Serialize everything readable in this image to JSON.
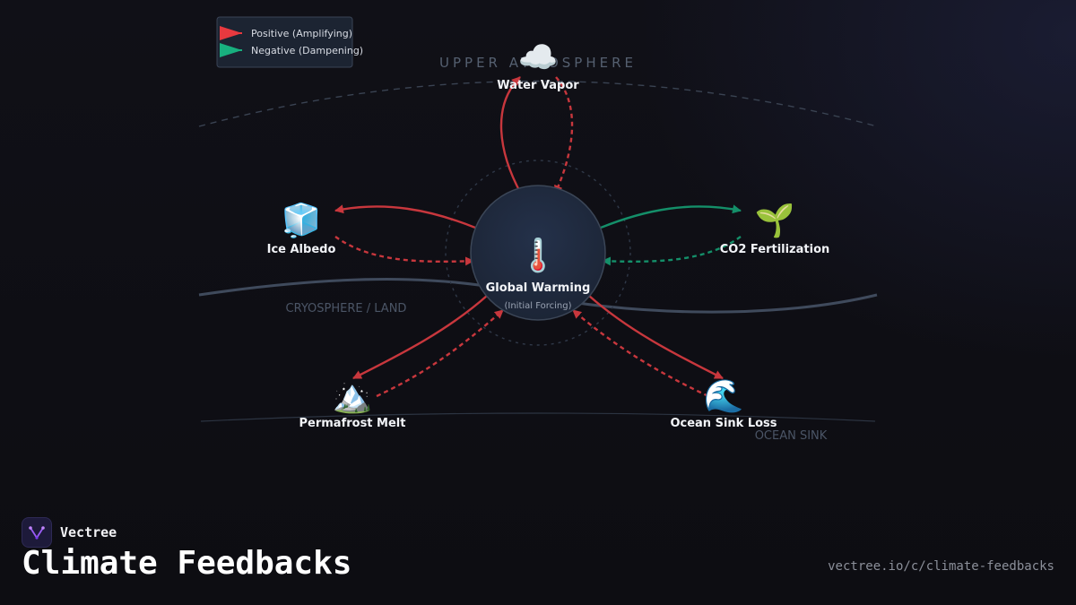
{
  "diagram": {
    "zones": {
      "upper": "UPPER ATMOSPHERE",
      "cryosphere": "CRYOSPHERE / LAND",
      "ocean": "OCEAN SINK"
    },
    "legend": {
      "positive": "Positive (Amplifying)",
      "negative": "Negative (Dampening)"
    },
    "center": {
      "icon": "🌡️",
      "icon_name": "thermometer-icon",
      "title": "Global Warming",
      "subtitle": "(Initial Forcing)"
    },
    "nodes": {
      "water_vapor": {
        "label": "Water Vapor",
        "icon": "☁️",
        "icon_name": "cloud-icon",
        "feedback": "positive"
      },
      "ice_albedo": {
        "label": "Ice Albedo",
        "icon": "🧊",
        "icon_name": "ice-cube-icon",
        "feedback": "positive"
      },
      "co2_fertilization": {
        "label": "CO2 Fertilization",
        "icon": "🌱",
        "icon_name": "seedling-icon",
        "feedback": "negative"
      },
      "permafrost_melt": {
        "label": "Permafrost Melt",
        "icon": "🏔️",
        "icon_name": "snow-mountain-icon",
        "feedback": "positive"
      },
      "ocean_sink_loss": {
        "label": "Ocean Sink Loss",
        "icon": "🌊",
        "icon_name": "wave-icon",
        "feedback": "positive"
      }
    },
    "colors": {
      "positive": "#c8373d",
      "negative": "#148f69",
      "zone_line": "#3f4a5c",
      "center_fill": "#1f2a3c"
    }
  },
  "footer": {
    "brand": "Vectree",
    "title": "Climate Feedbacks",
    "url": "vectree.io/c/climate-feedbacks"
  }
}
